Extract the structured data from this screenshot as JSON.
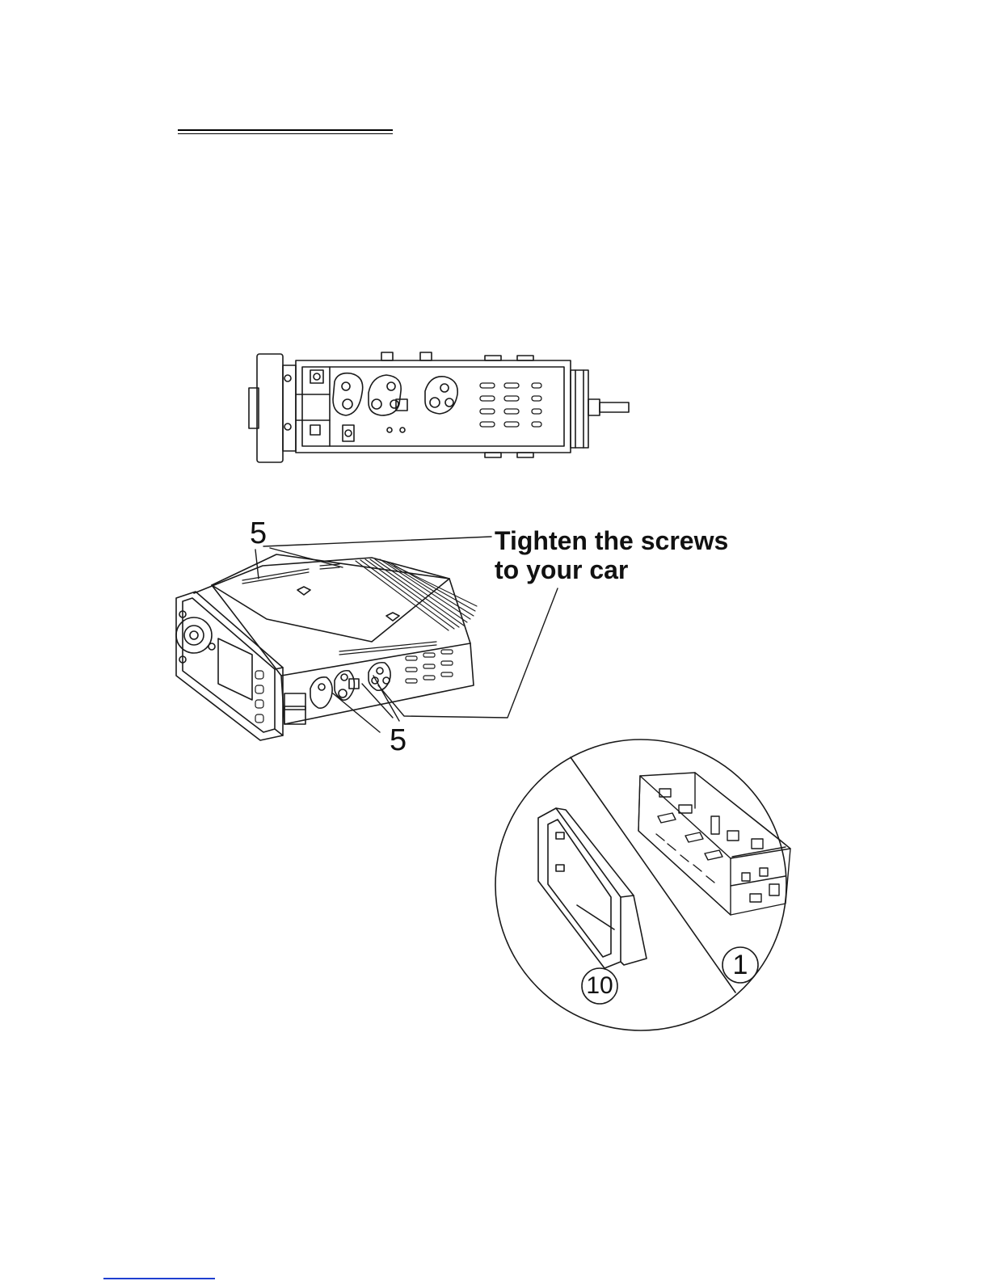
{
  "callout": {
    "line1": "Tighten the screws",
    "line2": "to your car"
  },
  "labels": {
    "screw_top": "5",
    "screw_bottom": "5",
    "part_frame": "10",
    "part_sleeve": "1"
  },
  "colors": {
    "line": "#1a1a1a",
    "link": "#1f3fd0"
  }
}
